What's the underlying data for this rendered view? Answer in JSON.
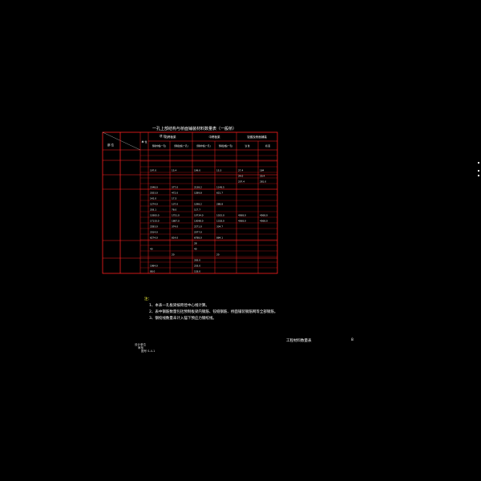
{
  "title": "一孔上部结构与桥面铺装材料数量表（一般桥）",
  "header": {
    "col_item": "项 目",
    "col_part": "部 位",
    "col_unit": "单 位",
    "groups": [
      "边跨板梁",
      "中跨板梁",
      "铰缝及桥面铺装"
    ],
    "subheaders": [
      "预制中板(一孔)",
      "预制边板(一孔)",
      "预制中板(一孔)",
      "预制边板(一孔)",
      "铰 缝",
      "桥 面"
    ]
  },
  "rows": [
    {
      "cells": [
        "",
        "",
        "",
        "",
        "",
        ""
      ]
    },
    {
      "cells": [
        "",
        "",
        "",
        "",
        "",
        ""
      ]
    },
    {
      "cells": [
        "",
        "",
        "",
        "",
        "",
        ""
      ]
    },
    {
      "cells": [
        "197.0",
        "15.4",
        "199.0",
        "15.3",
        "27.4",
        "184"
      ]
    },
    {
      "cells": [
        "",
        "",
        "",
        "",
        "24.0",
        "20.4"
      ]
    },
    {
      "cells": [
        "",
        "",
        "",
        "",
        "207.4",
        "281.0"
      ]
    },
    {
      "cells": [
        "2348.0",
        "377.0",
        "2138.2",
        "1148.5",
        "",
        ""
      ]
    },
    {
      "cells": [
        "2023.0",
        "472.0",
        "1289.8",
        "621.7",
        "",
        ""
      ]
    },
    {
      "cells": [
        "142.0",
        "17.5",
        "",
        "",
        "",
        ""
      ]
    },
    {
      "cells": [
        "1274.0",
        "137.0",
        "1298.2",
        "288.8",
        "",
        ""
      ]
    },
    {
      "cells": [
        "203.1",
        "78.0",
        "117.7",
        "",
        "",
        ""
      ]
    },
    {
      "cells": [
        "10383.0",
        "1751.0",
        "10734.0",
        "1015.0",
        "4568.0",
        "4568.0"
      ]
    },
    {
      "cells": [
        "17133.0",
        "1887.0",
        "13098.0",
        "1318.0",
        "4568.0",
        "4568.0"
      ]
    },
    {
      "cells": [
        "2283.0",
        "374.0",
        "2271.0",
        "334.7",
        "",
        ""
      ]
    },
    {
      "cells": [
        "2014.0",
        "",
        "2077.0",
        "",
        "",
        ""
      ]
    },
    {
      "cells": [
        "6274.0",
        "814.0",
        "6788.0",
        "884.1",
        "",
        ""
      ]
    },
    {
      "cells": [
        "",
        "",
        "28",
        "",
        "",
        ""
      ]
    },
    {
      "cells": [
        "40",
        "",
        "40",
        "",
        "",
        ""
      ]
    },
    {
      "cells": [
        "",
        "20",
        "",
        "20",
        "",
        ""
      ]
    },
    {
      "cells": [
        "",
        "",
        "283.0",
        "",
        "",
        ""
      ]
    },
    {
      "cells": [
        "1984.0",
        "",
        "203.0",
        "",
        "",
        ""
      ]
    },
    {
      "cells": [
        "88.0",
        "",
        "118.0",
        "",
        "",
        ""
      ]
    }
  ],
  "notes": {
    "heading": "注：",
    "items": [
      "1、本表一孔板梁按跨径中心线计算。",
      "2、表中钢筋数量包括预制板梁内钢筋、铰缝钢筋、桥面铺装钢筋网等全部钢筋。",
      "3、钢绞线数量未计入锚下预应力钢绞线。"
    ]
  },
  "footer": {
    "sheet_title": "工程材料数量表",
    "page": "8",
    "block_lines": [
      "设计单位",
      "审核",
      "图号 S-4-1"
    ]
  }
}
